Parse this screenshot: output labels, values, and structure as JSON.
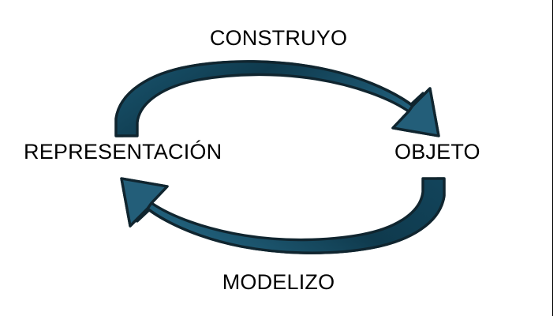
{
  "diagram": {
    "type": "cycle-diagram",
    "title": "",
    "background_color": "#ffffff",
    "arrow_fill_color": "#1B546E",
    "arrow_fill_color_light": "#23647F",
    "arrow_fill_color_dark": "#0E3A4E",
    "arrow_outline_color": "#10252F",
    "text_color": "#000000",
    "border_color": "#000000",
    "nodes": [
      {
        "id": "representacion",
        "label": "REPRESENTACIÓN",
        "position": "left"
      },
      {
        "id": "objeto",
        "label": "OBJETO",
        "position": "right"
      }
    ],
    "edges": [
      {
        "id": "construyo",
        "label": "CONSTRUYO",
        "from": "representacion",
        "to": "objeto",
        "position": "top",
        "direction": "clockwise",
        "shape": "curved-arrow"
      },
      {
        "id": "modelizo",
        "label": "MODELIZO",
        "from": "objeto",
        "to": "representacion",
        "position": "bottom",
        "direction": "clockwise",
        "shape": "curved-arrow"
      }
    ],
    "icons": {
      "arrowhead_top": "arrow-head-down-right-icon",
      "arrowhead_bottom": "arrow-head-up-left-icon"
    }
  }
}
